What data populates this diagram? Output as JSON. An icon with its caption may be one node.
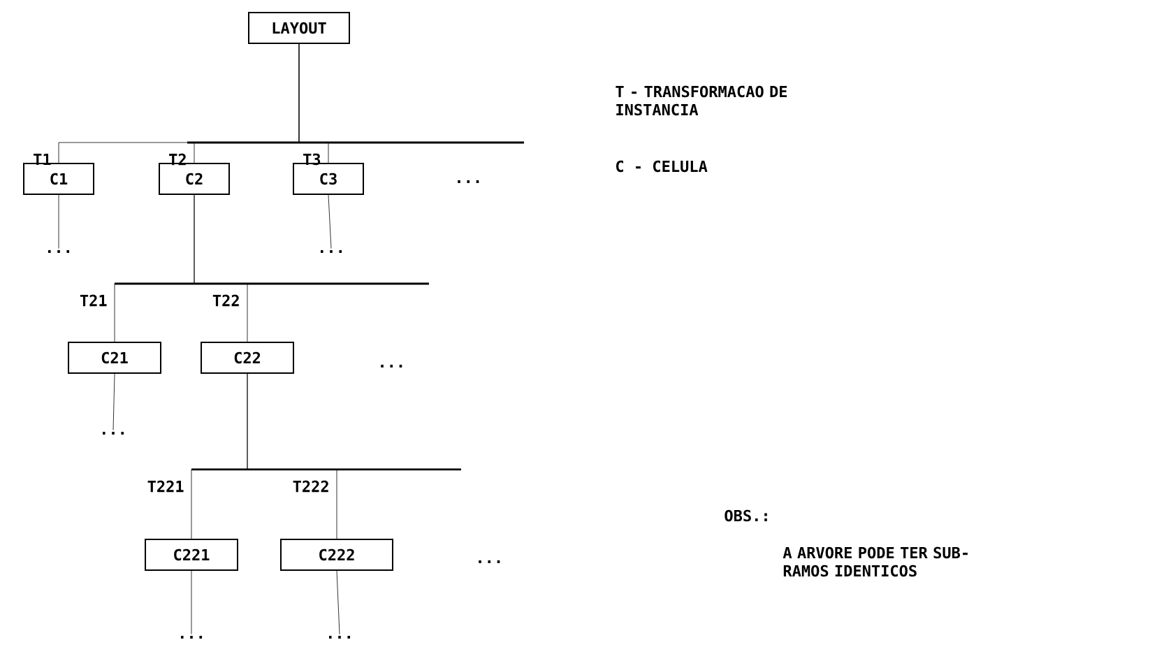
{
  "diagram": {
    "nodes": [
      {
        "text": [
          "LAYOUT"
        ]
      },
      {
        "text": [
          "C1"
        ]
      },
      {
        "text": [
          "C2"
        ]
      },
      {
        "text": [
          "C3"
        ]
      },
      {
        "text": [
          "..."
        ]
      },
      {
        "text": [
          "..."
        ]
      },
      {
        "text": [
          "C21"
        ]
      },
      {
        "text": [
          "C22"
        ]
      },
      {
        "text": [
          "..."
        ]
      },
      {
        "text": [
          "C221"
        ]
      },
      {
        "text": [
          "C222"
        ]
      },
      {
        "text": [
          "..."
        ]
      },
      {
        "text": [
          "..."
        ]
      }
    ],
    "edges": [
      {
        "from": 0,
        "to": 1,
        "arrow": "none",
        "label": "T1"
      },
      {
        "from": 0,
        "to": 2,
        "arrow": "none",
        "label": "T2"
      },
      {
        "from": 0,
        "to": 3,
        "arrow": "none",
        "label": "T3"
      },
      {
        "from": 1,
        "to": 4,
        "arrow": "none"
      },
      {
        "from": 3,
        "to": 5,
        "arrow": "none"
      },
      {
        "from": 2,
        "to": 6,
        "arrow": "none",
        "label": "T21"
      },
      {
        "from": 2,
        "to": 7,
        "arrow": "none",
        "label": "T22"
      },
      {
        "from": 6,
        "to": 8,
        "arrow": "none"
      },
      {
        "from": 7,
        "to": 9,
        "arrow": "none",
        "label": "T221"
      },
      {
        "from": 7,
        "to": 10,
        "arrow": "none",
        "label": "T222"
      },
      {
        "from": 9,
        "to": 11,
        "arrow": "none"
      },
      {
        "from": 10,
        "to": 12,
        "arrow": "none"
      }
    ],
    "labels": [
      "T - TRANSFORMACAO DE INSTANCIA",
      "...",
      "C - CELULA",
      "...",
      "...",
      "OBS.:",
      "A ARVORE PODE TER SUB-RAMOS IDENTICOS"
    ]
  }
}
